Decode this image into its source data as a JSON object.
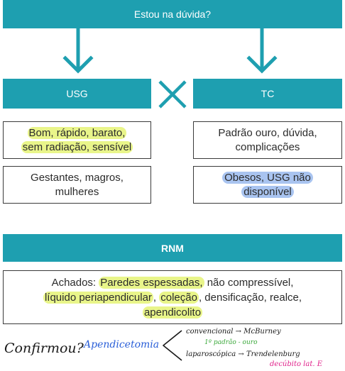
{
  "header": {
    "title": "Estou na dúvida?"
  },
  "left_column": {
    "title": "USG",
    "box1": {
      "part1": "Bom, rápido, barato,",
      "part2": "sem radiação, sensível"
    },
    "box2": {
      "line1": "Gestantes, magros,",
      "line2": "mulheres"
    }
  },
  "right_column": {
    "title": "TC",
    "box1": {
      "line1": "Padrão ouro, dúvida,",
      "line2": "complicações"
    },
    "box2": {
      "part1": "Obesos, USG não",
      "part2": "disponível"
    }
  },
  "rnm": {
    "title": "RNM",
    "findings": {
      "prefix": "Achados: ",
      "hl1": "Paredes espessadas,",
      "t1": " não compressível,",
      "hl2": "líquido periapendicular",
      "t2": ", ",
      "hl3": "coleção",
      "t3": ", densificação, realce,",
      "hl4": "apendicolito"
    }
  },
  "handwritten": {
    "question": "Confirmou?",
    "procedure": "Apendicetomia",
    "branch_top": "convencional → McBurney",
    "branch_mid": "1º padrão - ouro",
    "branch_bottom": "laparoscópica → Trendelenburg",
    "branch_bottom2": "decúbito lat. E"
  },
  "colors": {
    "teal": "#1e9fb0",
    "highlight_yellow": "#e9f58a",
    "highlight_blue": "#a9c4f0",
    "ink_black": "#1a1a1a",
    "ink_blue": "#2a5fd8",
    "ink_green": "#3aa83a",
    "ink_magenta": "#e0208a"
  },
  "icons": [
    "arrow-down-icon",
    "versus-x-icon",
    "branch-bracket-icon"
  ]
}
